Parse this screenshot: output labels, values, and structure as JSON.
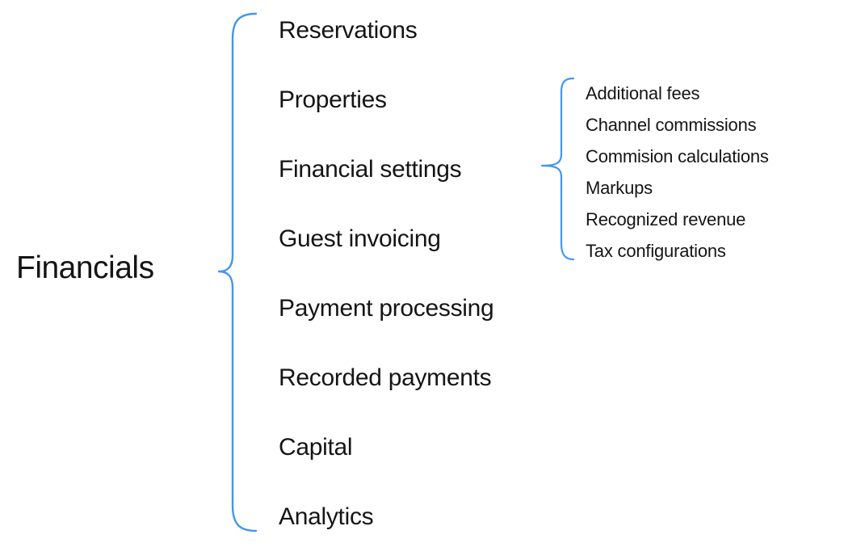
{
  "diagram": {
    "type": "brace-map",
    "root": {
      "label": "Financials"
    },
    "branches": [
      {
        "label": "Reservations"
      },
      {
        "label": "Properties"
      },
      {
        "label": "Financial settings",
        "children": [
          "Additional fees",
          "Channel commissions",
          "Commision calculations",
          "Markups",
          "Recognized revenue",
          "Tax configurations"
        ]
      },
      {
        "label": "Guest invoicing"
      },
      {
        "label": "Payment processing"
      },
      {
        "label": "Recorded payments"
      },
      {
        "label": "Capital"
      },
      {
        "label": "Analytics"
      }
    ],
    "colors": {
      "brace": "#4296ef",
      "text": "#151515",
      "background": "#ffffff"
    }
  }
}
